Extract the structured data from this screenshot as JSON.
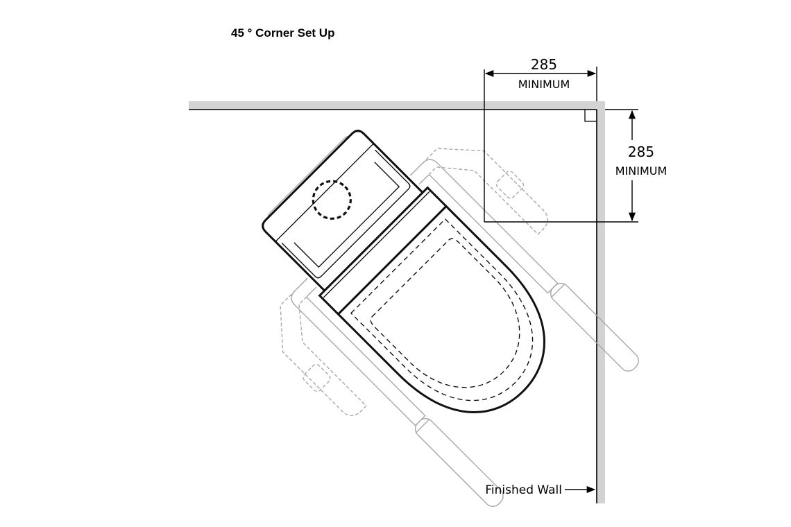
{
  "title": "45 ° Corner Set Up",
  "dimensions": {
    "horizontal": {
      "value": "285",
      "note": "MINIMUM"
    },
    "vertical": {
      "value": "285",
      "note": "MINIMUM"
    }
  },
  "finished_wall_label": "Finished Wall"
}
